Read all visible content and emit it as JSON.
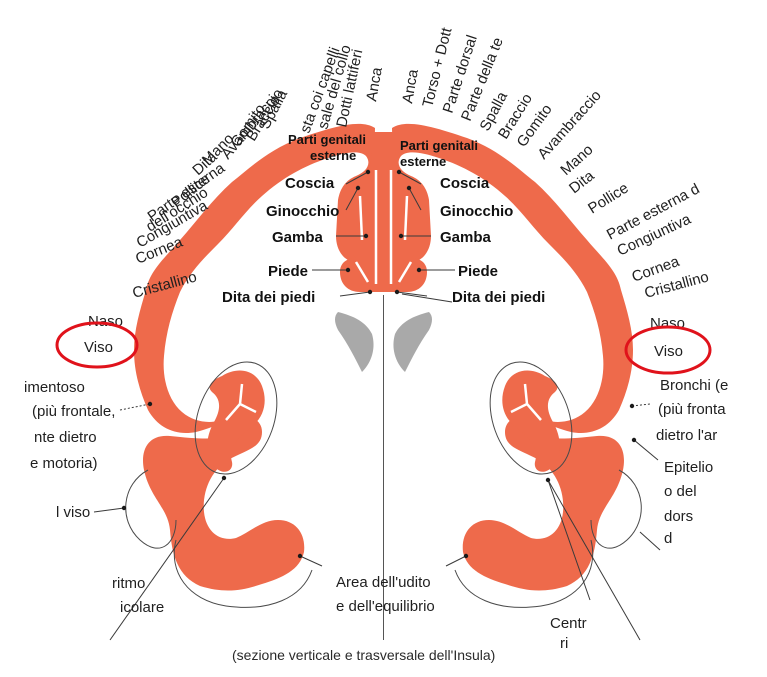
{
  "colors": {
    "cortex": "#ee6a4b",
    "ventricle": "#a9a9a9",
    "highlight": "#e0121b",
    "line": "#3a3a3a"
  },
  "left_radial": [
    {
      "text": "Dotti lattiferi"
    },
    {
      "text": "sale del collo"
    },
    {
      "text": "sta coi capelli"
    },
    {
      "text": "Anca"
    },
    {
      "text": "Spalla"
    },
    {
      "text": "Braccio"
    },
    {
      "text": "Gomito"
    },
    {
      "text": "Avambraccio"
    },
    {
      "text": "Mano"
    },
    {
      "text": "Dita"
    },
    {
      "text": "Pollice"
    },
    {
      "text": "Parte esterna"
    },
    {
      "text": "dell'occhio"
    },
    {
      "text": "Congiuntiva"
    },
    {
      "text": "Cornea"
    },
    {
      "text": "Cristallino"
    },
    {
      "text": "Naso"
    }
  ],
  "right_radial": [
    {
      "text": "Anca"
    },
    {
      "text": "Torso + Dott"
    },
    {
      "text": "Parte dorsal"
    },
    {
      "text": "Parte della te"
    },
    {
      "text": "Spalla"
    },
    {
      "text": "Braccio"
    },
    {
      "text": "Gomito"
    },
    {
      "text": "Avambraccio"
    },
    {
      "text": "Mano"
    },
    {
      "text": "Dita"
    },
    {
      "text": "Pollice"
    },
    {
      "text": "Parte esterna d"
    },
    {
      "text": "Congiuntiva"
    },
    {
      "text": "Cornea"
    },
    {
      "text": "Cristallino"
    },
    {
      "text": "Naso"
    }
  ],
  "medial_left": [
    {
      "text": "Parti genitali"
    },
    {
      "text": "esterne"
    },
    {
      "text": "Coscia"
    },
    {
      "text": "Ginocchio"
    },
    {
      "text": "Gamba"
    },
    {
      "text": "Piede"
    },
    {
      "text": "Dita dei piedi"
    }
  ],
  "medial_right": [
    {
      "text": "Parti genitali"
    },
    {
      "text": "esterne"
    },
    {
      "text": "Coscia"
    },
    {
      "text": "Ginocchio"
    },
    {
      "text": "Gamba"
    },
    {
      "text": "Piede"
    },
    {
      "text": "Dita dei piedi"
    }
  ],
  "viso_left": "Viso",
  "viso_right": "Viso",
  "left_side": [
    {
      "text": "imentoso"
    },
    {
      "text": "(più frontale,"
    },
    {
      "text": "nte dietro"
    },
    {
      "text": "e motoria)"
    },
    {
      "text": "l viso"
    },
    {
      "text": "ritmo"
    },
    {
      "text": "icolare"
    }
  ],
  "right_side": [
    {
      "text": "Bronchi (e"
    },
    {
      "text": "(più fronta"
    },
    {
      "text": "dietro l'ar"
    },
    {
      "text": "Epitelio"
    },
    {
      "text": "o del"
    },
    {
      "text": "dors"
    },
    {
      "text": "d"
    },
    {
      "text": "Centr"
    },
    {
      "text": "ri"
    }
  ],
  "area_label_1": "Area dell'udito",
  "area_label_2": "e dell'equilibrio",
  "caption": "(sezione verticale e trasversale dell'Insula)"
}
